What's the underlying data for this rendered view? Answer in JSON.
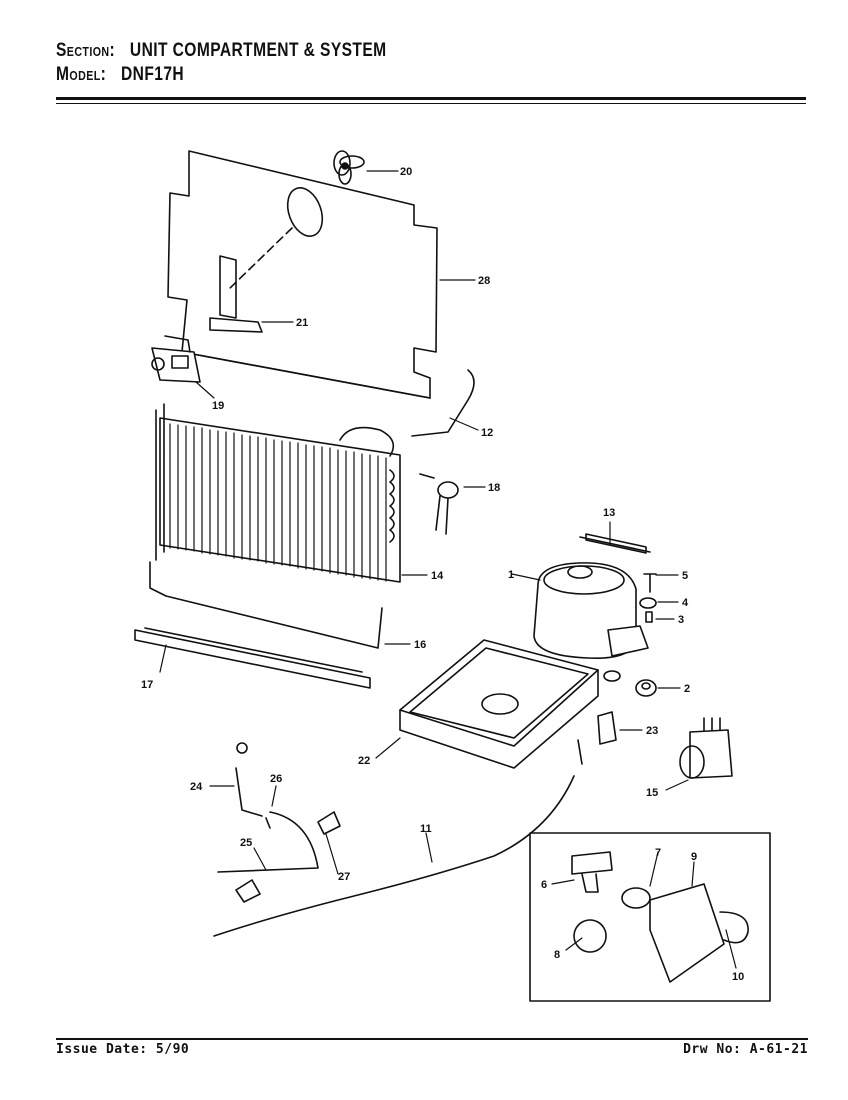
{
  "header": {
    "section_label": "Section:",
    "section_value": "UNIT COMPARTMENT & SYSTEM",
    "model_label": "Model:",
    "model_value": "DNF17H"
  },
  "footer": {
    "issue_date": "Issue Date: 5/90",
    "drawing_no": "Drw No: A-61-21"
  },
  "callouts": [
    "1",
    "2",
    "3",
    "4",
    "5",
    "6",
    "7",
    "8",
    "9",
    "10",
    "11",
    "12",
    "13",
    "14",
    "15",
    "16",
    "17",
    "18",
    "19",
    "20",
    "21",
    "22",
    "23",
    "24",
    "25",
    "26",
    "27",
    "28"
  ]
}
